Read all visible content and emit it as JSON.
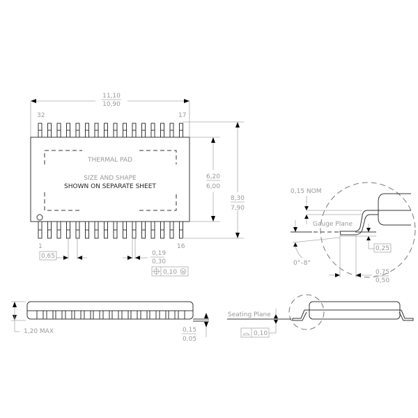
{
  "top_view": {
    "pin_first_top": "32",
    "pin_last_top": "17",
    "pin_first_bottom": "1",
    "pin_last_bottom": "16",
    "width_max": "11,10",
    "width_min": "10,90",
    "body_width_max": "6,20",
    "body_width_min": "6,00",
    "overall_width_max": "8,30",
    "overall_width_min": "7,90",
    "thermal_pad_label": "THERMAL PAD",
    "size_shape_label": "SIZE AND SHAPE",
    "separate_sheet_label": "SHOWN ON SEPARATE SHEET",
    "pitch": "0,65",
    "lead_width_max": "0,19",
    "lead_width_min": "0,30",
    "position_tolerance": "0,10",
    "position_modifier": "M"
  },
  "side_view": {
    "height_label": "1,20 MAX",
    "standoff_max": "0,15",
    "standoff_min": "0,05"
  },
  "end_view": {
    "seating_plane_label": "Seating Plane",
    "coplanarity": "0,10"
  },
  "detail_view": {
    "thickness_label": "0,15 NOM",
    "gauge_plane_label": "Gauge Plane",
    "gauge_height": "0,25",
    "angle_label": "0°–8°",
    "foot_length_max": "0,75",
    "foot_length_min": "0,50"
  }
}
